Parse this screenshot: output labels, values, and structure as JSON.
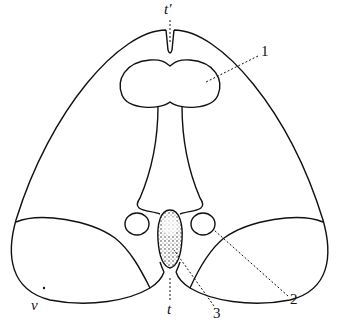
{
  "diagram": {
    "labels": [
      "t'",
      "1",
      "2",
      "3",
      "t",
      "v"
    ]
  }
}
